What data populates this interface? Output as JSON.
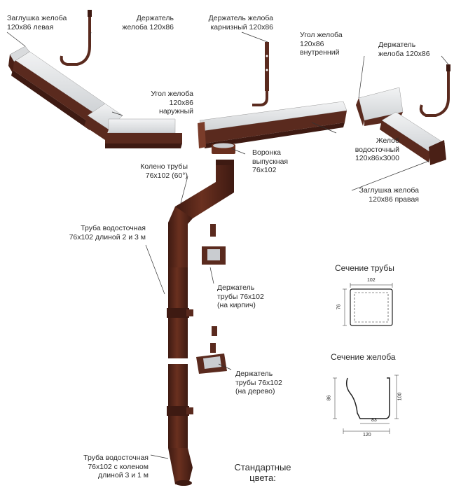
{
  "colors": {
    "brown": "#5a2a1e",
    "brown_dark": "#3e1a12",
    "brown_light": "#7a3c2a",
    "inner": "#e2e4e6",
    "leader": "#333333"
  },
  "labels": {
    "cap_left": "Заглушка желоба\n120x86 левая",
    "holder_120_top": "Держатель\nжелоба 120x86",
    "holder_eaves": "Держатель желоба\nкарнизный 120x86",
    "corner_inner": "Угол желоба\n120x86\nвнутренний",
    "holder_120_right": "Держатель\nжелоба 120x86",
    "corner_outer": "Угол желоба\n120x86\nнаружный",
    "funnel": "Воронка\nвыпускная\n76x102",
    "gutter": "Желоб\nводосточный\n120x86x3000",
    "elbow": "Колено трубы\n76x102 (60°)",
    "cap_right": "Заглушка желоба\n120x86 правая",
    "pipe": "Труба водосточная\n76x102 длиной 2 и 3 м",
    "bracket_brick": "Держатель\nтрубы 76x102\n(на кирпич)",
    "bracket_wood": "Держатель\nтрубы 76x102\n(на дерево)",
    "pipe_elbow": "Труба водосточная\n76x102 с коленом\nдлиной 3 и 1 м"
  },
  "sections": {
    "pipe_title": "Сечение трубы",
    "pipe_width": "102",
    "pipe_height": "76",
    "gutter_title": "Сечение желоба",
    "gutter_height_left": "86",
    "gutter_height_right": "100",
    "gutter_inner_width": "83",
    "gutter_width": "120"
  },
  "footer": {
    "standard_colors": "Стандартные\nцвета:"
  }
}
